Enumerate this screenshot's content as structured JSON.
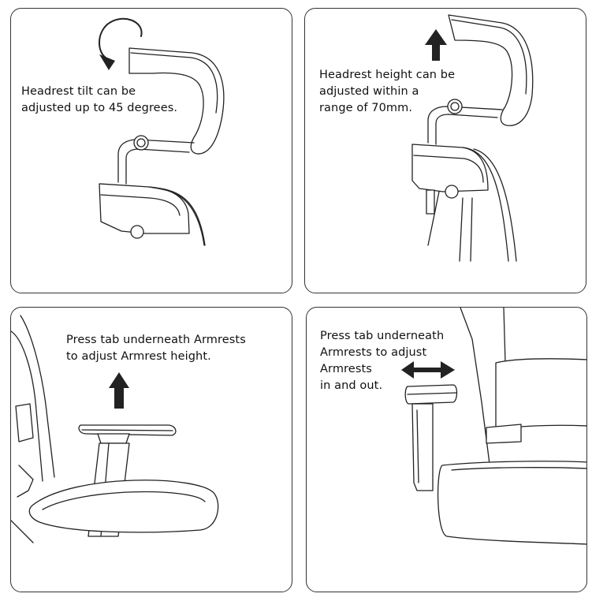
{
  "panels": [
    {
      "caption": "Headrest tilt can be\nadjusted up to 45 degrees.",
      "icon": "curved-arrow-icon"
    },
    {
      "caption": "Headrest height can be\nadjusted within a\nrange of 70mm.",
      "icon": "up-arrow-icon"
    },
    {
      "caption": "Press tab underneath Armrests\nto adjust Armrest height.",
      "icon": "up-arrow-icon"
    },
    {
      "caption": "Press tab underneath\nArmrests to adjust\nArmrests\nin and out.",
      "icon": "double-arrow-icon"
    }
  ],
  "colors": {
    "line": "#222222",
    "arrow": "#222222",
    "border": "#333333"
  }
}
